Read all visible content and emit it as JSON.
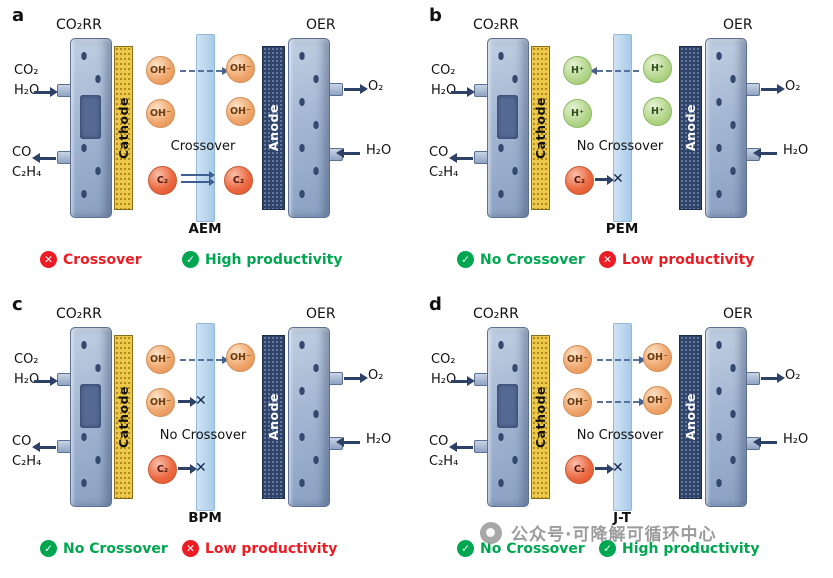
{
  "colors": {
    "status_red": "#EC1C24",
    "status_green": "#00A650",
    "membrane_blue": "#A9CBE8",
    "cathode_yellow": "#ECC94B",
    "anode_navy": "#2F4268",
    "oh_ion_orange": "#F0A76E",
    "h_ion_green": "#A8CF7C",
    "c2_ion_red": "#EC6A42",
    "plate_blue": "#A4B7D3"
  },
  "icons": {
    "check": "✓",
    "cross": "✕",
    "blocked": "✕"
  },
  "watermark": {
    "text": "公众号·可降解可循环中心",
    "icon": "camera"
  },
  "panels": [
    {
      "letter": "a",
      "co2rr": "CO₂RR",
      "oer": "OER",
      "cathode": "Cathode",
      "anode": "Anode",
      "membrane_label": "AEM",
      "crossover_text": "Crossover",
      "io": {
        "in1": "CO₂",
        "in2": "H₂O",
        "out1": "CO",
        "out2": "C₂H₄",
        "o2": "O₂",
        "h2o": "H₂O"
      },
      "ions": {
        "top_left": "OH⁻",
        "top_right": "OH⁻",
        "mid_left": "OH⁻",
        "mid_right": "OH⁻",
        "c2_left": "C₂",
        "c2_right": "C₂"
      },
      "status": [
        {
          "icon": "cross",
          "color": "red",
          "text": "Crossover"
        },
        {
          "icon": "check",
          "color": "green",
          "text": "High productivity"
        }
      ]
    },
    {
      "letter": "b",
      "co2rr": "CO₂RR",
      "oer": "OER",
      "cathode": "Cathode",
      "anode": "Anode",
      "membrane_label": "PEM",
      "crossover_text": "No Crossover",
      "io": {
        "in1": "CO₂",
        "in2": "H₂O",
        "out1": "CO",
        "out2": "C₂H₄",
        "o2": "O₂",
        "h2o": "H₂O"
      },
      "ions": {
        "top_left": "H⁺",
        "top_right": "H⁺",
        "mid_left": "H⁺",
        "mid_right": "H⁺",
        "c2_left": "C₂"
      },
      "status": [
        {
          "icon": "check",
          "color": "green",
          "text": "No Crossover"
        },
        {
          "icon": "cross",
          "color": "red",
          "text": "Low productivity"
        }
      ]
    },
    {
      "letter": "c",
      "co2rr": "CO₂RR",
      "oer": "OER",
      "cathode": "Cathode",
      "anode": "Anode",
      "membrane_label": "BPM",
      "crossover_text": "No Crossover",
      "io": {
        "in1": "CO₂",
        "in2": "H₂O",
        "out1": "CO",
        "out2": "C₂H₄",
        "o2": "O₂",
        "h2o": "H₂O"
      },
      "ions": {
        "top_left": "OH⁻",
        "top_right": "OH⁻",
        "mid_left": "OH⁻",
        "c2_left": "C₂"
      },
      "status": [
        {
          "icon": "check",
          "color": "green",
          "text": "No Crossover"
        },
        {
          "icon": "cross",
          "color": "red",
          "text": "Low productivity"
        }
      ]
    },
    {
      "letter": "d",
      "co2rr": "CO₂RR",
      "oer": "OER",
      "cathode": "Cathode",
      "anode": "Anode",
      "membrane_label": "J-T",
      "crossover_text": "No Crossover",
      "io": {
        "in1": "CO₂",
        "in2": "H₂O",
        "out1": "CO",
        "out2": "C₂H₄",
        "o2": "O₂",
        "h2o": "H₂O"
      },
      "ions": {
        "top_left": "OH⁻",
        "top_right": "OH⁻",
        "mid_left": "OH⁻",
        "mid_right": "OH⁻",
        "c2_left": "C₂"
      },
      "status": [
        {
          "icon": "check",
          "color": "green",
          "text": "No Crossover"
        },
        {
          "icon": "check",
          "color": "green",
          "text": "High productivity"
        }
      ]
    }
  ]
}
